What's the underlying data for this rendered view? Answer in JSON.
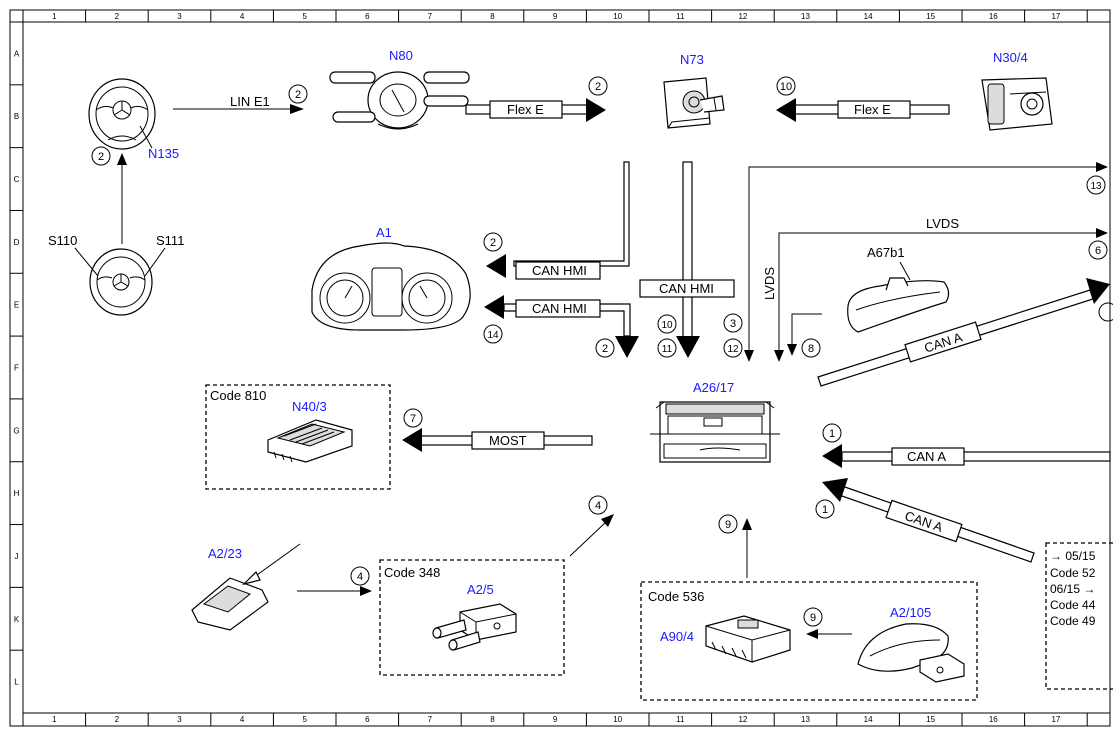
{
  "frame": {
    "columns": [
      "1",
      "2",
      "3",
      "4",
      "5",
      "6",
      "7",
      "8",
      "9",
      "10",
      "11",
      "12",
      "13",
      "14",
      "15",
      "16",
      "17"
    ],
    "rows": [
      "A",
      "B",
      "C",
      "D",
      "E",
      "F",
      "G",
      "H",
      "J",
      "K",
      "L"
    ]
  },
  "components": {
    "n135": "N135",
    "s110": "S110",
    "s111": "S111",
    "n80": "N80",
    "n73": "N73",
    "n30_4": "N30/4",
    "a1": "A1",
    "a67b1": "A67b1",
    "a26_17": "A26/17",
    "n40_3": "N40/3",
    "a2_23": "A2/23",
    "a2_5": "A2/5",
    "a90_4": "A90/4",
    "a2_105": "A2/105"
  },
  "codes": {
    "code_810": "Code 810",
    "code_348": "Code 348",
    "code_536": "Code 536",
    "right_box": [
      "→ 05/15",
      "Code 52",
      "06/15 →",
      "Code 44",
      "Code 49"
    ]
  },
  "buses": {
    "lin_e1": "LIN E1",
    "flex_e_left": "Flex E",
    "flex_e_right": "Flex E",
    "can_hmi_1": "CAN HMI",
    "can_hmi_2": "CAN HMI",
    "can_hmi_vertical": "CAN HMI",
    "lvds_h": "LVDS",
    "lvds_v": "LVDS",
    "can_a_upper": "CAN A",
    "can_a_mid": "CAN A",
    "can_a_lower": "CAN A",
    "most": "MOST"
  },
  "markers": {
    "m_lin": "2",
    "m_n135": "2",
    "m_flex": "2",
    "m_flex_right": "10",
    "m_13": "13",
    "m_6": "6",
    "m_canhmi1": "2",
    "m_canhmi2": "14",
    "m_down2": "2",
    "m_10": "10",
    "m_11": "11",
    "m_3": "3",
    "m_12": "12",
    "m_8": "8",
    "m_7": "7",
    "m_1a": "1",
    "m_1b": "1",
    "m_4a": "4",
    "m_4b": "4",
    "m_9a": "9",
    "m_9b": "9"
  }
}
